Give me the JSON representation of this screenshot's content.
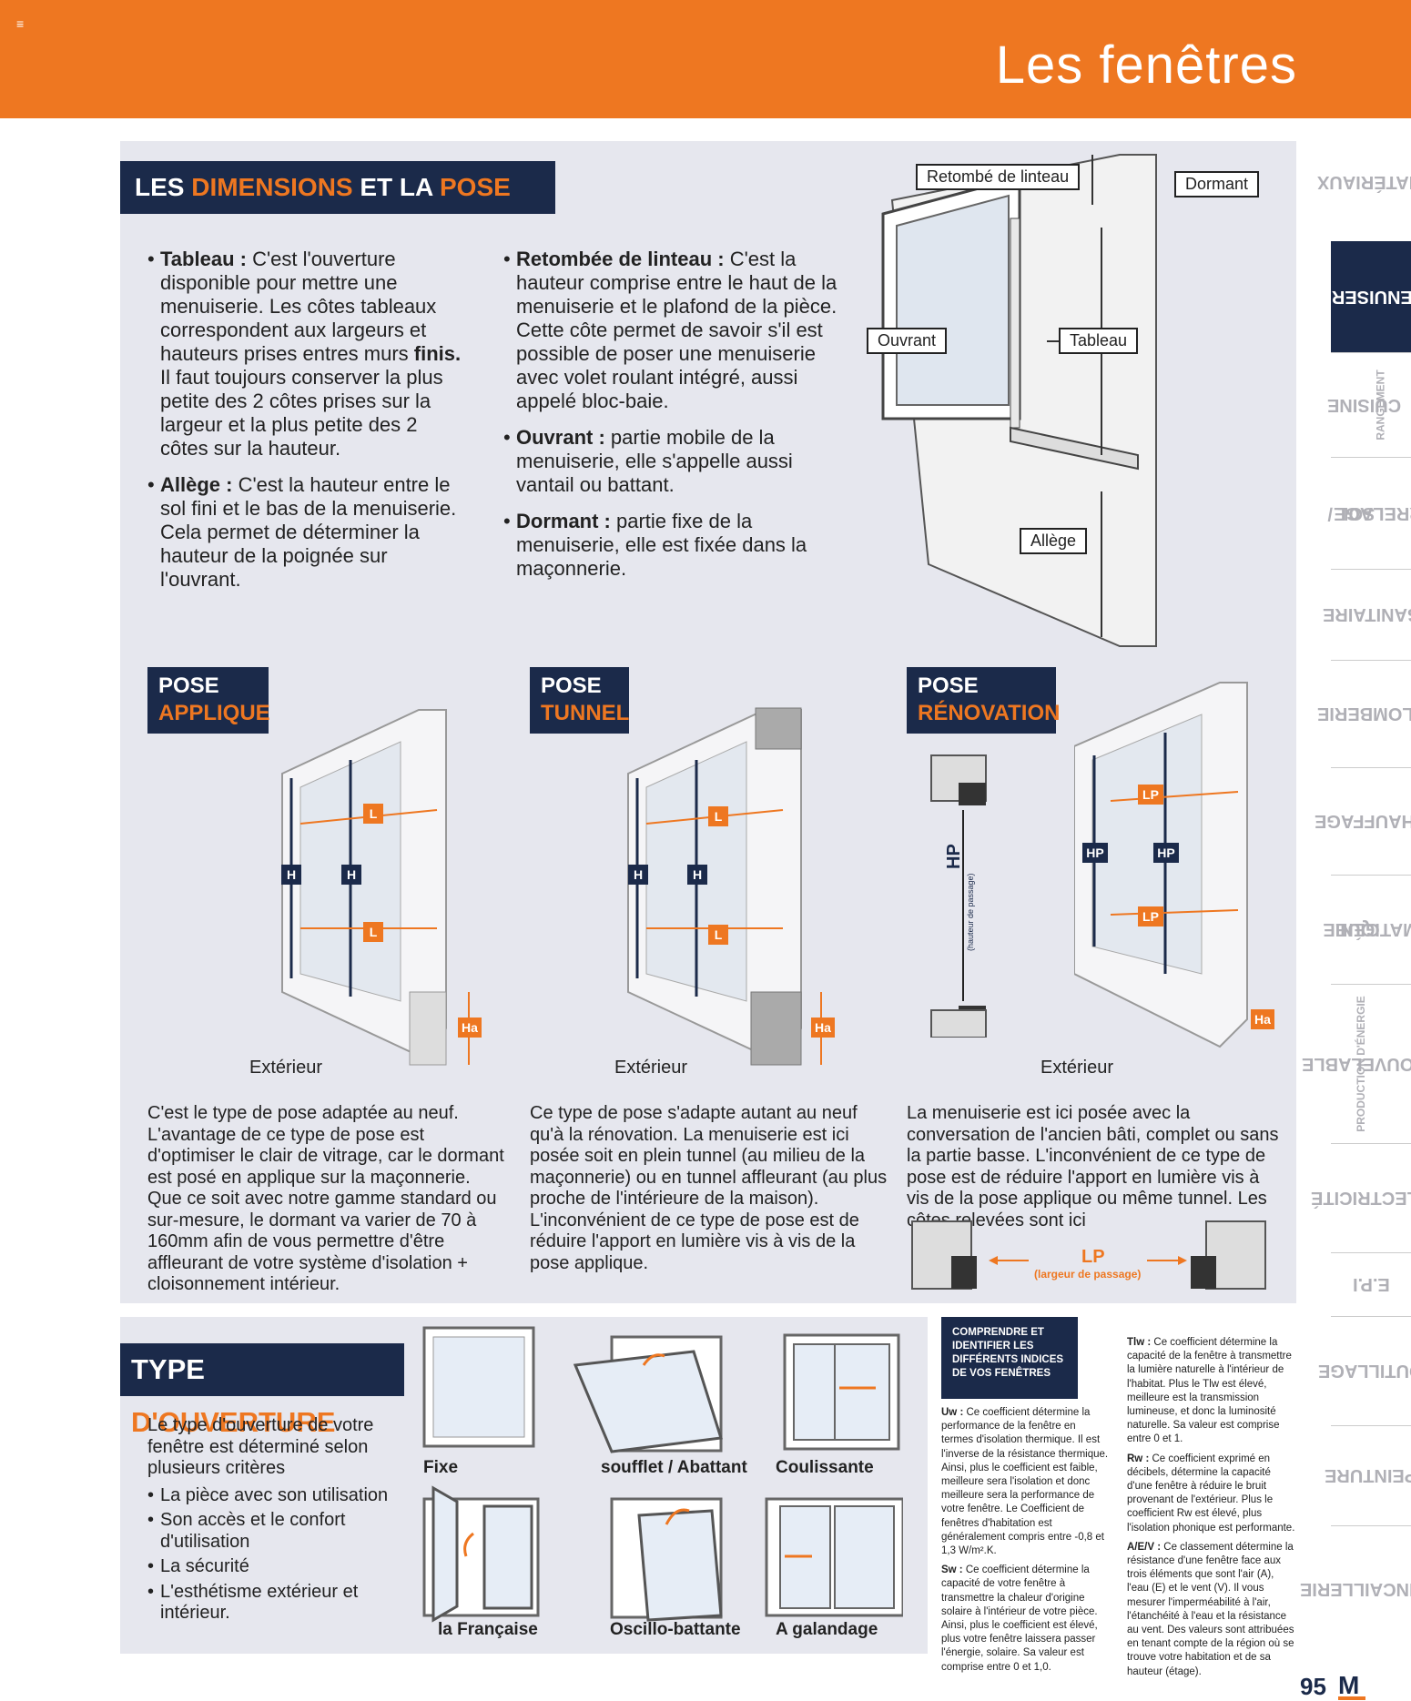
{
  "header": {
    "title": "Les fenêtres",
    "menu_glyph": "≡"
  },
  "dimensions": {
    "banner": {
      "pre": "LES ",
      "hl1": "DIMENSIONS",
      "mid": " ET LA ",
      "hl2": "POSE"
    },
    "bullets_left": [
      {
        "term": "Tableau :",
        "text": " C'est l'ouverture disponible pour mettre une menuiserie. Les côtes tableaux correspondent aux largeurs et hauteurs prises entres murs ",
        "bold_end": "finis.",
        "tail": " Il faut toujours conserver la plus petite des 2 côtes prises sur la largeur et la plus petite des 2 côtes sur la hauteur."
      },
      {
        "term": "Allège :",
        "text": " C'est la hauteur entre le sol fini et le bas de la menuiserie. Cela permet de déterminer la hauteur de la poignée sur l'ouvrant."
      }
    ],
    "bullets_right": [
      {
        "term": "Retombée de linteau :",
        "text": " C'est la hauteur comprise entre le haut de la menuiserie et le plafond de la pièce. Cette côte permet de savoir s'il est possible de poser une menuiserie avec volet roulant intégré, aussi appelé bloc-baie."
      },
      {
        "term": "Ouvrant :",
        "text": " partie mobile de la menuiserie, elle s'appelle aussi vantail ou battant."
      },
      {
        "term": "Dormant :",
        "text": " partie fixe de la menuiserie, elle est fixée dans la maçonnerie."
      }
    ],
    "diagram_labels": {
      "linteau": "Retombé de linteau",
      "dormant": "Dormant",
      "ouvrant": "Ouvrant",
      "tableau": "Tableau",
      "allege": "Allège"
    }
  },
  "poses": [
    {
      "title1": "POSE",
      "title2": "APPLIQUE",
      "exterior": "Extérieur",
      "marks": [
        "H",
        "H",
        "L",
        "L",
        "Ha"
      ],
      "text": "C'est le type de pose adaptée au neuf. L'avantage de ce type de pose est d'optimiser le clair de vitrage, car le dormant est posé en applique sur la maçonnerie. Que ce soit avec notre gamme standard ou sur-mesure, le dormant va varier de 70 à 160mm afin de vous permettre d'être affleurant de votre système d'isolation + cloisonnement intérieur."
    },
    {
      "title1": "POSE",
      "title2": "TUNNEL",
      "exterior": "Extérieur",
      "marks": [
        "H",
        "H",
        "L",
        "L",
        "Ha"
      ],
      "text": "Ce type de pose s'adapte autant au neuf qu'à la rénovation. La menuiserie est ici posée soit en plein tunnel (au milieu de la maçonnerie) ou en tunnel affleurant (au plus proche de l'intérieure de la maison). L'inconvénient de ce type de pose est de réduire l'apport en lumière vis à vis de la pose applique."
    },
    {
      "title1": "POSE",
      "title2": "RÉNOVATION",
      "exterior": "Extérieur",
      "marks": [
        "HP",
        "HP",
        "LP",
        "LP",
        "Ha"
      ],
      "hp_label": "HP",
      "hp_sub": "(hauteur de passage)",
      "lp_label": "LP",
      "lp_sub": "(largeur de passage)",
      "text": "La menuiserie est ici posée avec la conversation de l'ancien bâti, complet ou sans la partie basse. L'inconvénient de ce type de pose est de réduire l'apport en lumière vis à vis de la pose applique ou même tunnel. Les côtes relevées sont ici"
    }
  ],
  "ouverture": {
    "banner": {
      "pre": "TYPE ",
      "hl": "D'OUVERTURE"
    },
    "intro": "Le type d'ouverture de votre fenêtre est déterminé selon plusieurs critères",
    "criteria": [
      "La pièce avec son utilisation",
      "Son accès et le confort d'utilisation",
      "La sécurité",
      "L'esthétisme extérieur et intérieur."
    ],
    "types": [
      "Fixe",
      "soufflet / Abattant",
      "Coulissante",
      "la Française",
      "Oscillo-battante",
      "A galandage"
    ]
  },
  "indices": {
    "box_title": "COMPRENDRE ET IDENTIFIER LES DIFFÉRENTS INDICES DE VOS FENÊTRES",
    "col1": [
      {
        "term": "Uw :",
        "text": " Ce coefficient détermine la performance de la fenêtre en termes d'isolation thermique. Il est l'inverse de la résistance thermique. Ainsi, plus le coefficient est faible, meilleure sera l'isolation et donc meilleure sera la performance de votre fenêtre. Le Coefficient de fenêtres d'habitation est généralement compris entre -0,8 et 1,3 W/m².K."
      },
      {
        "term": "Sw :",
        "text": " Ce coefficient détermine la capacité de votre fenêtre à transmettre la chaleur d'origine solaire à l'intérieur de votre pièce. Ainsi, plus le coefficient est élevé, plus votre fenêtre laissera passer l'énergie, solaire. Sa valeur est comprise entre 0 et 1,0."
      }
    ],
    "col2": [
      {
        "term": "Tlw :",
        "text": " Ce coefficient détermine la capacité de la fenêtre à transmettre la lumière naturelle à l'intérieur de l'habitat. Plus le Tlw est élevé, meilleure est la transmission lumineuse, et donc la luminosité naturelle. Sa valeur est comprise entre 0 et 1."
      },
      {
        "term": "Rw :",
        "text": " Ce coefficient exprimé en décibels, détermine la capacité d'une fenêtre à réduire le bruit provenant de l'extérieur. Plus le coefficient Rw est élevé, plus l'isolation phonique est performante."
      },
      {
        "term": "A/E/V :",
        "text": " Ce classement détermine la résistance d'une fenêtre face aux trois éléments que sont l'air (A), l'eau (E) et le vent (V). Il vous mesurer l'imperméabilité à l'air, l'étanchéité à l'eau et la résistance au vent. Des valeurs sont attribuées en tenant compte de la région où se trouve votre habitation et de sa hauteur (étage)."
      }
    ]
  },
  "sidebar": {
    "tabs": [
      {
        "label": "MATÉRIAUX",
        "sub": ""
      },
      {
        "label": "MENUISERIE",
        "sub": ""
      },
      {
        "label": "CUISINE",
        "sub": "RANGEMENT"
      },
      {
        "label": "SOL /",
        "sub": "CARRELAGE"
      },
      {
        "label": "SANITAIRE",
        "sub": ""
      },
      {
        "label": "PLOMBERIE",
        "sub": ""
      },
      {
        "label": "CHAUFFAGE",
        "sub": ""
      },
      {
        "label": "GÉNIE",
        "sub": "CLIMATIQUE"
      },
      {
        "label": "PRODUCTION D'ÉNERGIE",
        "sub": "RENOUVELABLE"
      },
      {
        "label": "ÉLECTRICITÉ",
        "sub": ""
      },
      {
        "label": "E.P.I",
        "sub": ""
      },
      {
        "label": "OUTILLAGE",
        "sub": ""
      },
      {
        "label": "PEINTURE",
        "sub": ""
      },
      {
        "label": "QUINCAILLERIE",
        "sub": ""
      }
    ],
    "active_index": 1
  },
  "footer": {
    "page_number": "95",
    "logo": "M"
  },
  "colors": {
    "orange": "#ee7721",
    "navy": "#1b2a4a",
    "panel": "#e6e7ee"
  }
}
